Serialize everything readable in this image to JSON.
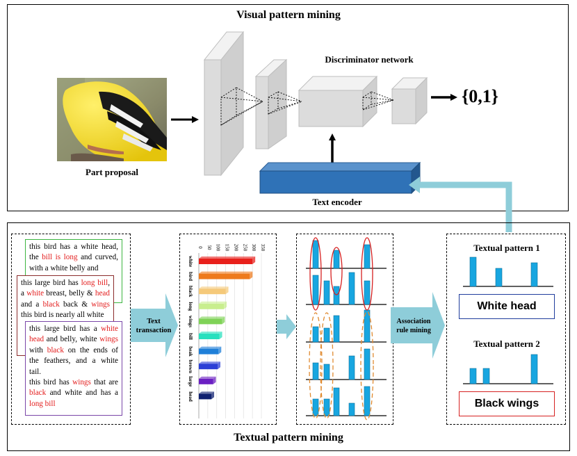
{
  "top_panel": {
    "title": "Visual pattern mining",
    "part_proposal_label": "Part proposal",
    "discriminator_label": "Discriminator network",
    "output_label": "{0,1}",
    "text_encoder_label": "Text encoder"
  },
  "bottom_panel": {
    "title": "Textual pattern mining",
    "text_transaction_label": [
      "Text",
      "transaction"
    ],
    "association_label": [
      "Association",
      "rule mining"
    ],
    "pattern1_title": "Textual pattern 1",
    "pattern1_text": "White head",
    "pattern2_title": "Textual pattern 2",
    "pattern2_text": "Black wings",
    "descriptions": [
      "this bird has a white head, the bill is long and curved, with a white belly and",
      "this large bird has long bill, a white breast, belly & head and a black back & wings this bird is nearly all white",
      "this large bird has a white head and belly, white wings with black on the ends of the feathers, and a white tail. this bird has wings that are black and white and has a long bill"
    ]
  },
  "colors": {
    "highlight": "#e31b1b",
    "bar_blue": "#18a6e0",
    "arrow_light": "#8ecdd9",
    "encoder_blue": "#2f72b7",
    "pattern1_border": "#1f3c9c",
    "pattern2_border": "#d62020",
    "ellipse_red": "#d62020",
    "ellipse_orange": "#e08a30"
  },
  "chart_data": [
    {
      "type": "bar",
      "orientation": "horizontal",
      "categories": [
        "white",
        "bird",
        "black",
        "long",
        "wings",
        "bill",
        "beak",
        "brown",
        "large",
        "head"
      ],
      "values": [
        300,
        285,
        150,
        140,
        130,
        115,
        110,
        105,
        80,
        70
      ],
      "colors": [
        "#e8201c",
        "#ee7a1c",
        "#f5c97a",
        "#c8ee8e",
        "#7fd257",
        "#27e0be",
        "#1f7fd8",
        "#2b3fd6",
        "#6b1fc2",
        "#0f2070"
      ],
      "xticks": [
        "0",
        "50",
        "100",
        "150",
        "200",
        "250",
        "300",
        "350"
      ],
      "xlim": [
        0,
        350
      ]
    }
  ]
}
